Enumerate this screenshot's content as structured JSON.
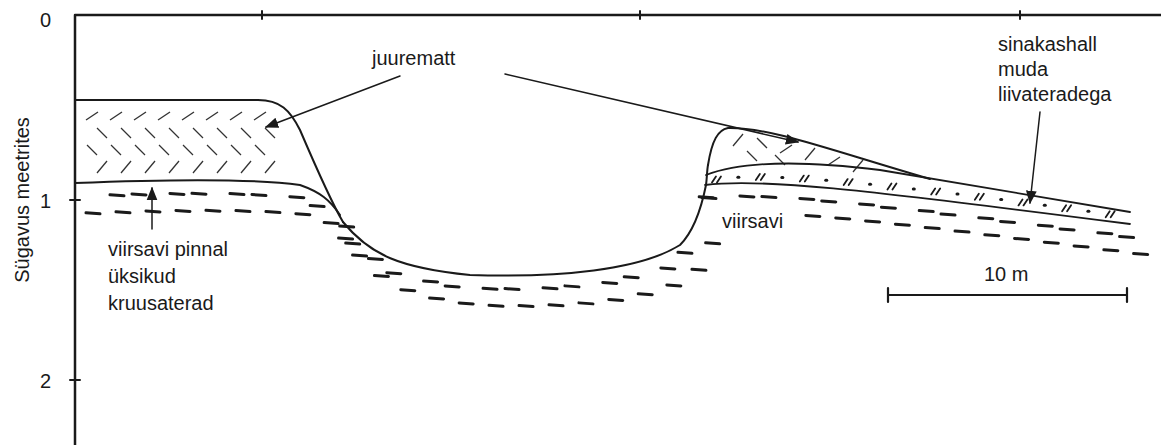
{
  "diagram": {
    "labels": [
      "0",
      "1",
      "2",
      "Sügavus meetrites",
      "juurematt",
      "viirsavi pinnal üksikud kruusaterad",
      "viirsavi",
      "sinakashall muda liivateradega",
      "10 m"
    ]
  }
}
